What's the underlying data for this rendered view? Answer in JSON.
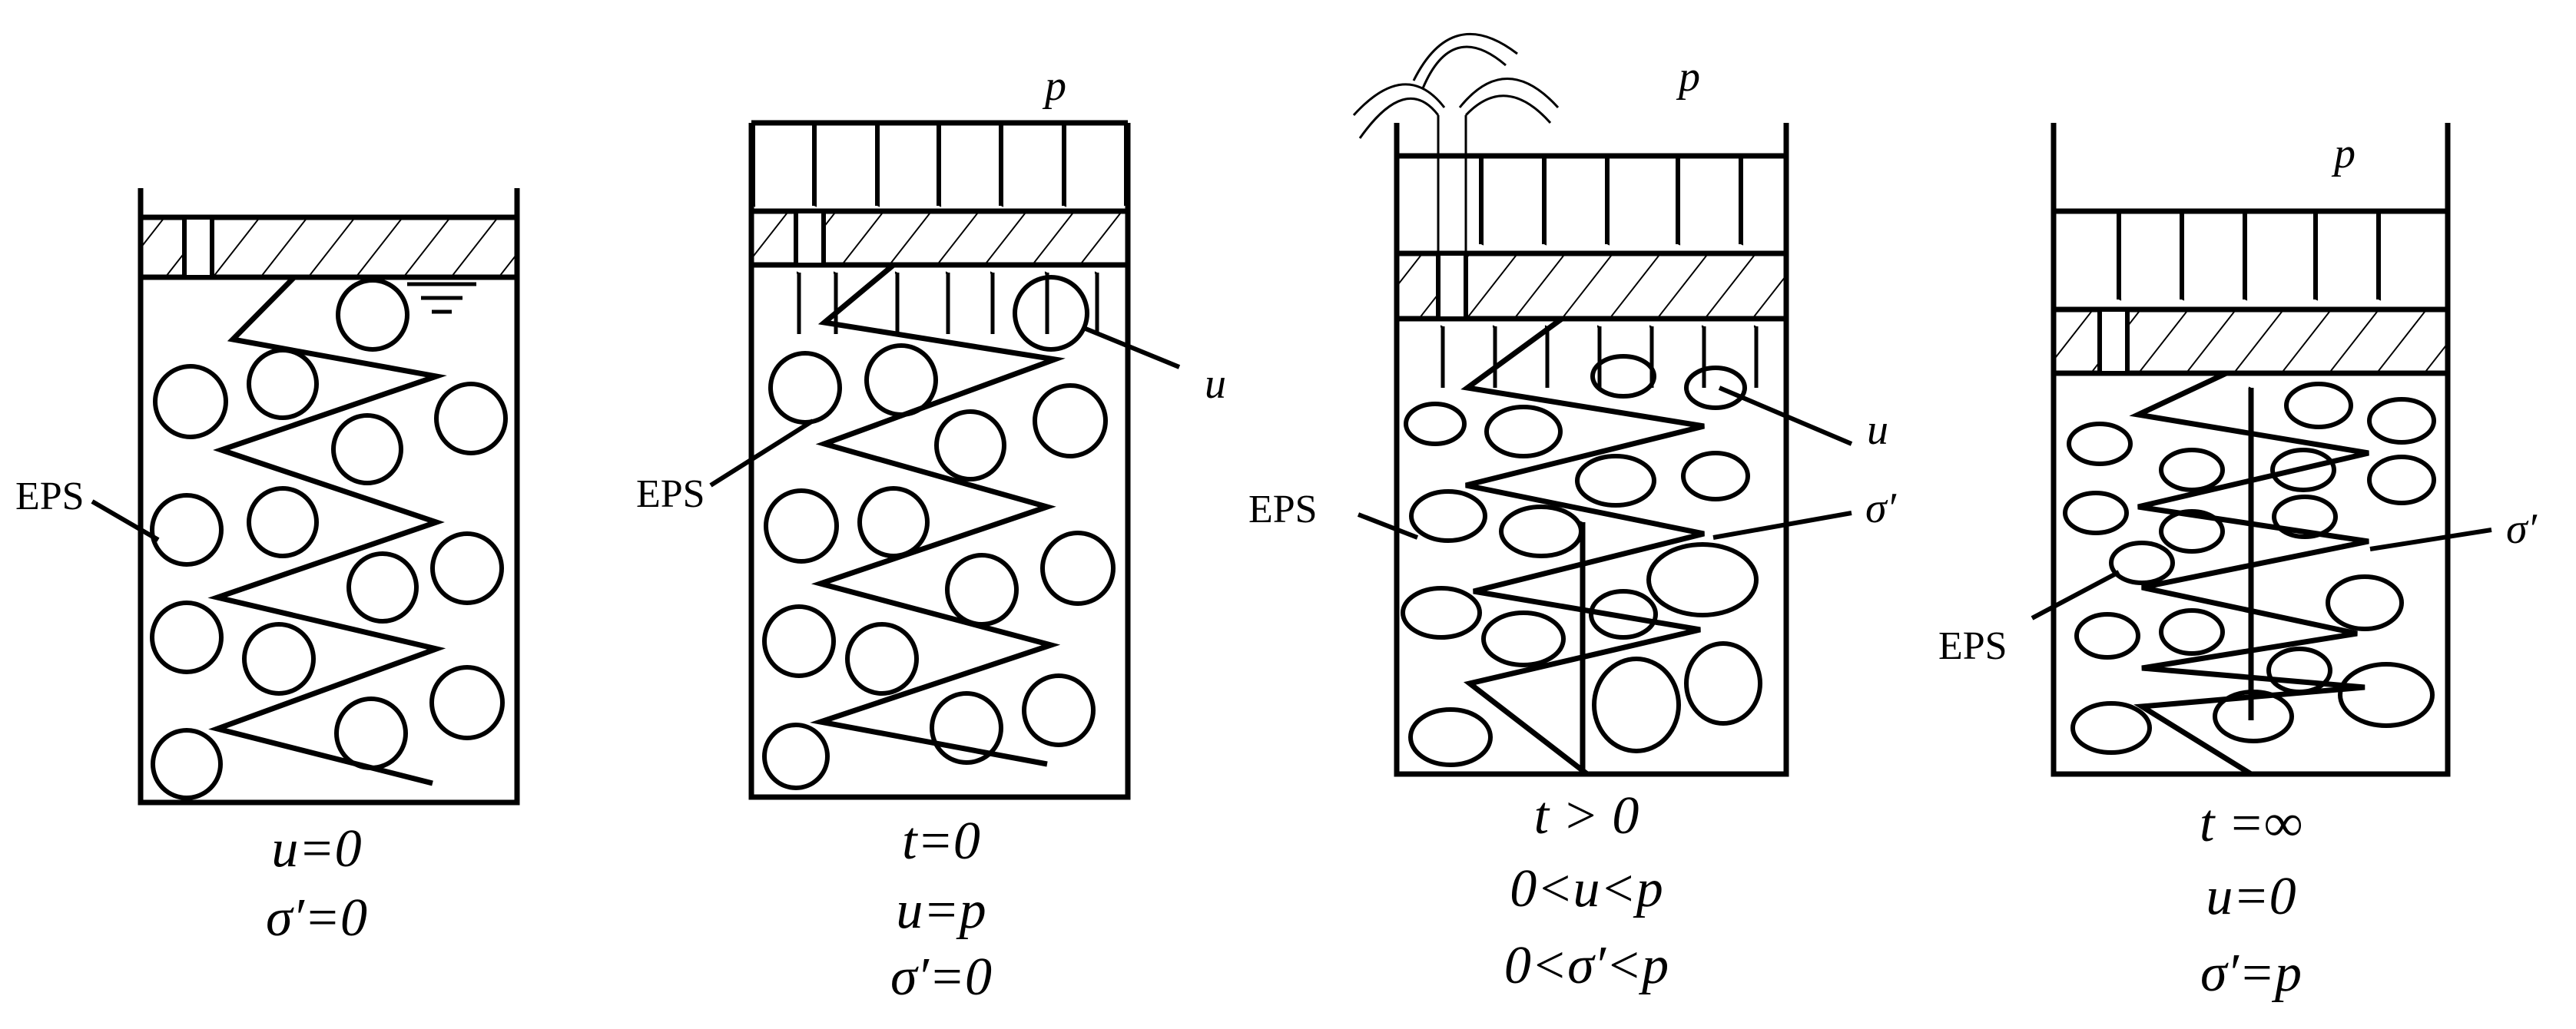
{
  "panels": [
    {
      "eps_label": "EPS",
      "load_label": "",
      "pore_label": "",
      "eff_label": "",
      "eq1": "u=0",
      "eq2": "σ′=0",
      "eq3": ""
    },
    {
      "eps_label": "EPS",
      "load_label": "p",
      "pore_label": "u",
      "eff_label": "",
      "eq1": "t=0",
      "eq2": "u=p",
      "eq3": "σ′=0"
    },
    {
      "eps_label": "EPS",
      "load_label": "p",
      "pore_label": "u",
      "eff_label": "σ′",
      "eq1": "t > 0",
      "eq2": "0<u<p",
      "eq3": "0<σ′<p"
    },
    {
      "eps_label": "EPS",
      "load_label": "p",
      "pore_label": "",
      "eff_label": "σ′",
      "eq1": "t =∞",
      "eq2": "u=0",
      "eq3": "σ′=p"
    }
  ],
  "colors": {
    "ink": "#000000",
    "background": "#ffffff"
  }
}
